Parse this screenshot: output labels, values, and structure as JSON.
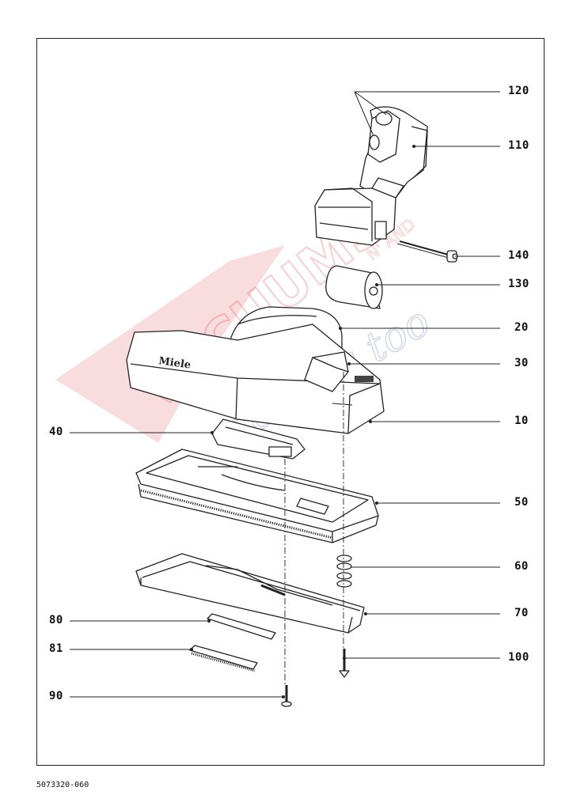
{
  "diagram": {
    "part_numbers": {
      "p120": "120",
      "p110": "110",
      "p140": "140",
      "p130": "130",
      "p20": "20",
      "p30": "30",
      "p10": "10",
      "p40": "40",
      "p50": "50",
      "p60": "60",
      "p70": "70",
      "p80": "80",
      "p81": "81",
      "p100": "100",
      "p90": "90"
    },
    "brand_on_housing": "Miele",
    "document_number": "5073320-060"
  },
  "watermark": {
    "text_main": "VACUUMS",
    "text_sub": "sewing too",
    "text_small": "N' AND",
    "color": "#d9262a"
  }
}
